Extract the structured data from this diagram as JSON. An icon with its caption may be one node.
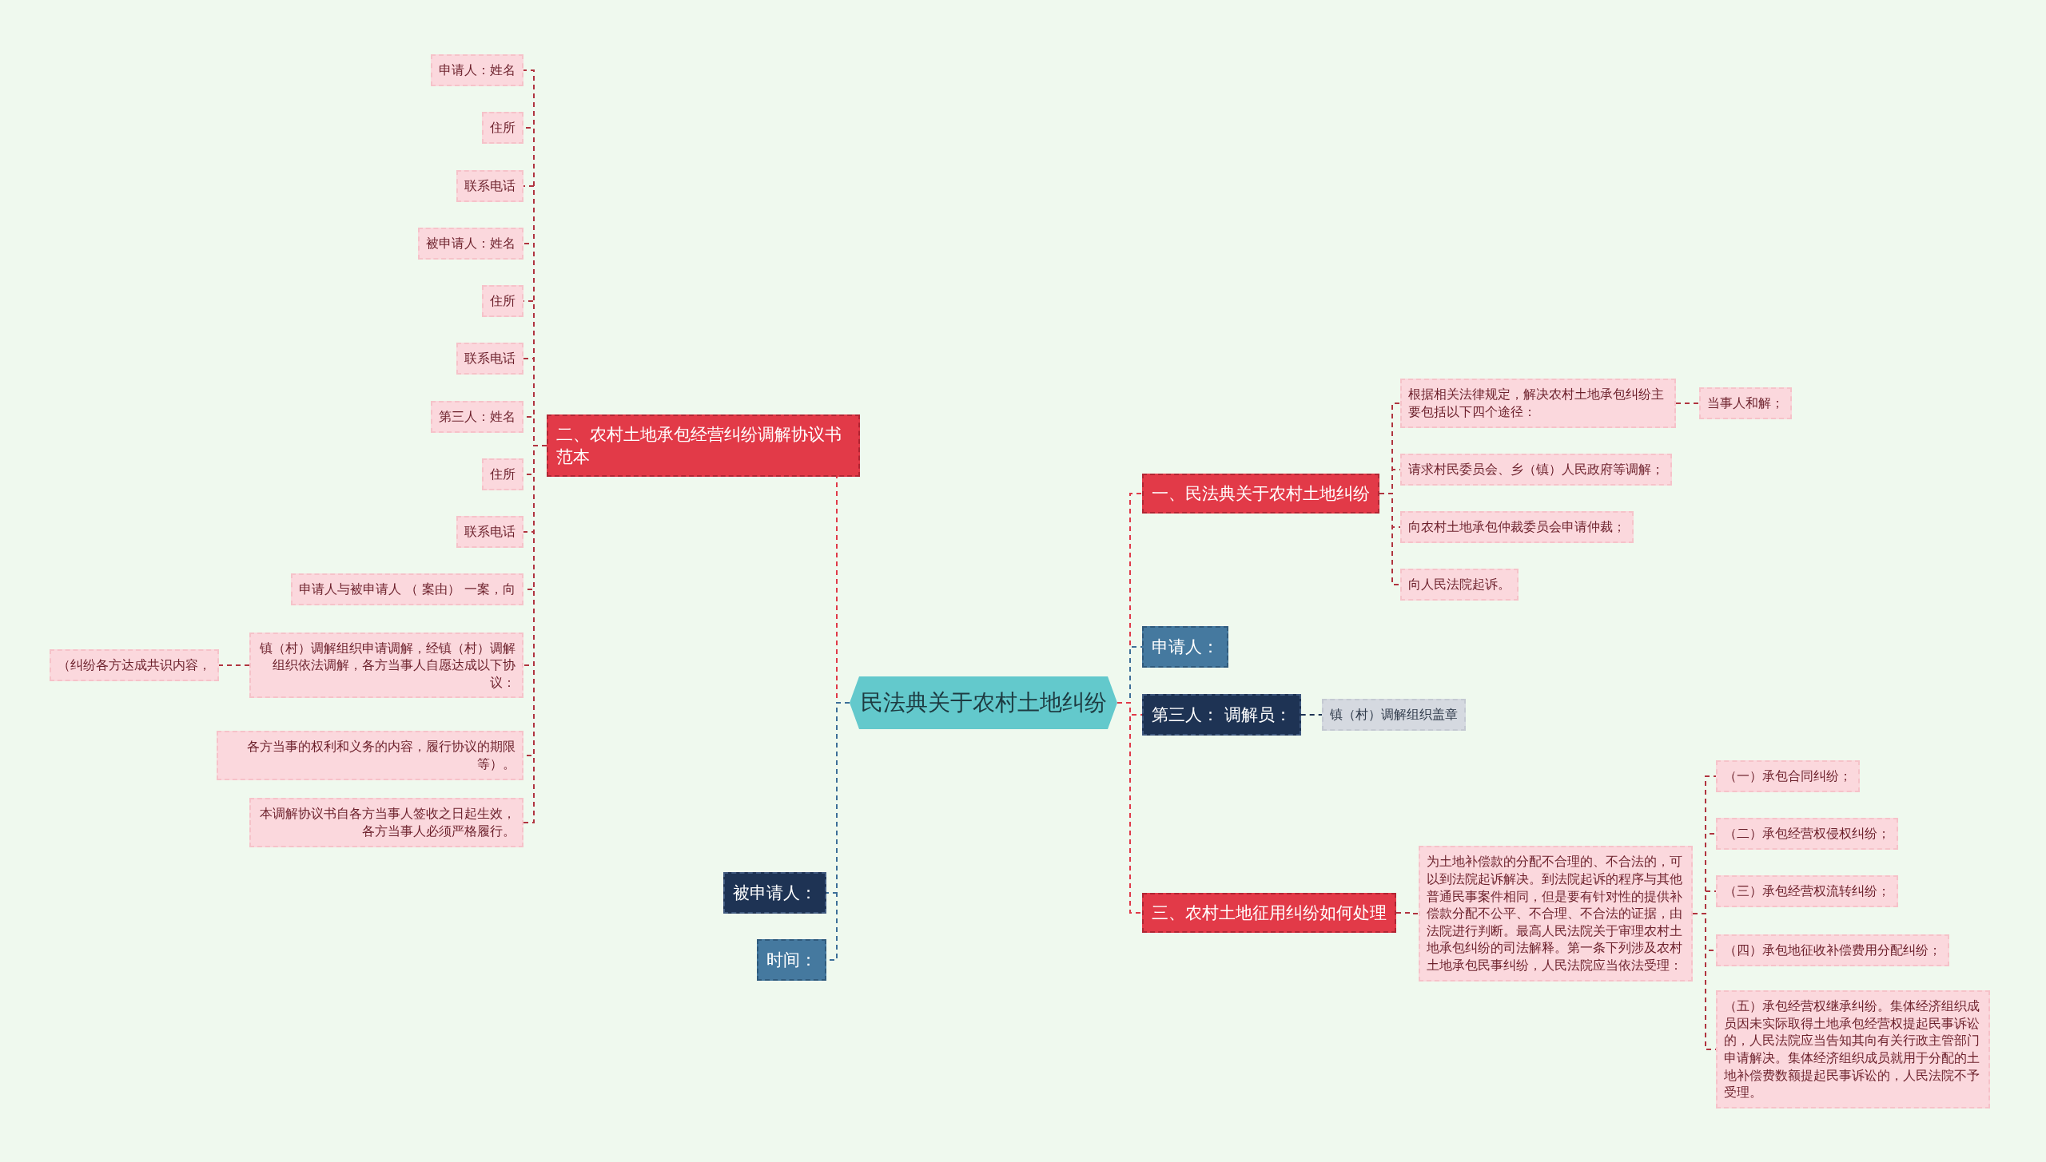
{
  "diagram": {
    "nodes": [
      {
        "text": [
          "民法典关于农村土地纠纷"
        ]
      },
      {
        "text": [
          "二、农村土地承包经营纠纷调解协议书范本"
        ]
      },
      {
        "text": [
          "申请人：姓名"
        ]
      },
      {
        "text": [
          "住所"
        ]
      },
      {
        "text": [
          "联系电话"
        ]
      },
      {
        "text": [
          "被申请人：姓名"
        ]
      },
      {
        "text": [
          "住所"
        ]
      },
      {
        "text": [
          "联系电话"
        ]
      },
      {
        "text": [
          "第三人：姓名"
        ]
      },
      {
        "text": [
          "住所"
        ]
      },
      {
        "text": [
          "联系电话"
        ]
      },
      {
        "text": [
          "申请人与被申请人 （ 案由） 一案，向"
        ]
      },
      {
        "text": [
          "镇（村）调解组织申请调解，经镇（村）调解组织依法调解，各方当事人自愿达成以下协议："
        ]
      },
      {
        "text": [
          "（纠纷各方达成共识内容，"
        ]
      },
      {
        "text": [
          "各方当事的权利和义务的内容，履行协议的期限等）。"
        ]
      },
      {
        "text": [
          "本调解协议书自各方当事人签收之日起生效，各方当事人必须严格履行。"
        ]
      },
      {
        "text": [
          "被申请人："
        ]
      },
      {
        "text": [
          "时间："
        ]
      },
      {
        "text": [
          "一、民法典关于农村土地纠纷"
        ]
      },
      {
        "text": [
          "根据相关法律规定，解决农村土地承包纠纷主要包括以下四个途径："
        ]
      },
      {
        "text": [
          "当事人和解；"
        ]
      },
      {
        "text": [
          "请求村民委员会、乡（镇）人民政府等调解；"
        ]
      },
      {
        "text": [
          "向农村土地承包仲裁委员会申请仲裁；"
        ]
      },
      {
        "text": [
          "向人民法院起诉。"
        ]
      },
      {
        "text": [
          "申请人："
        ]
      },
      {
        "text": [
          "第三人： 调解员："
        ]
      },
      {
        "text": [
          "镇（村）调解组织盖章"
        ]
      },
      {
        "text": [
          "三、农村土地征用纠纷如何处理"
        ]
      },
      {
        "text": [
          "为土地补偿款的分配不合理的、不合法的，可以到法院起诉解决。到法院起诉的程序与其他普通民事案件相同，但是要有针对性的提供补偿款分配不公平、不合理、不合法的证据，由法院进行判断。最高人民法院关于审理农村土地承包纠纷的司法解释。第一条下列涉及农村土地承包民事纠纷，人民法院应当依法受理："
        ]
      },
      {
        "text": [
          "（一）承包合同纠纷；"
        ]
      },
      {
        "text": [
          "（二）承包经营权侵权纠纷；"
        ]
      },
      {
        "text": [
          "（三）承包经营权流转纠纷；"
        ]
      },
      {
        "text": [
          "（四）承包地征收补偿费用分配纠纷；"
        ]
      },
      {
        "text": [
          "（五）承包经营权继承纠纷。集体经济组织成员因未实际取得土地承包经营权提起民事诉讼的，人民法院应当告知其向有关行政主管部门申请解决。集体经济组织成员就用于分配的土地补偿费数额提起民事诉讼的，人民法院不予受理。"
        ]
      }
    ],
    "edges": [
      {
        "from": 0,
        "to": 1,
        "arrow": "none",
        "style": "dashed",
        "color": "#e03a48"
      },
      {
        "from": 1,
        "to": 2,
        "arrow": "none",
        "style": "dashed"
      },
      {
        "from": 1,
        "to": 3,
        "arrow": "none",
        "style": "dashed"
      },
      {
        "from": 1,
        "to": 4,
        "arrow": "none",
        "style": "dashed"
      },
      {
        "from": 1,
        "to": 5,
        "arrow": "none",
        "style": "dashed"
      },
      {
        "from": 1,
        "to": 6,
        "arrow": "none",
        "style": "dashed"
      },
      {
        "from": 1,
        "to": 7,
        "arrow": "none",
        "style": "dashed"
      },
      {
        "from": 1,
        "to": 8,
        "arrow": "none",
        "style": "dashed"
      },
      {
        "from": 1,
        "to": 9,
        "arrow": "none",
        "style": "dashed"
      },
      {
        "from": 1,
        "to": 10,
        "arrow": "none",
        "style": "dashed"
      },
      {
        "from": 1,
        "to": 11,
        "arrow": "none",
        "style": "dashed"
      },
      {
        "from": 1,
        "to": 12,
        "arrow": "none",
        "style": "dashed"
      },
      {
        "from": 12,
        "to": 13,
        "arrow": "none",
        "style": "dashed"
      },
      {
        "from": 1,
        "to": 14,
        "arrow": "none",
        "style": "dashed"
      },
      {
        "from": 1,
        "to": 15,
        "arrow": "none",
        "style": "dashed"
      },
      {
        "from": 0,
        "to": 16,
        "arrow": "none",
        "style": "dashed",
        "color": "#3d6f98"
      },
      {
        "from": 0,
        "to": 17,
        "arrow": "none",
        "style": "dashed",
        "color": "#3d6f98"
      },
      {
        "from": 0,
        "to": 18,
        "arrow": "none",
        "style": "dashed",
        "color": "#e03a48"
      },
      {
        "from": 18,
        "to": 19,
        "arrow": "none",
        "style": "dashed"
      },
      {
        "from": 19,
        "to": 20,
        "arrow": "none",
        "style": "dashed"
      },
      {
        "from": 18,
        "to": 21,
        "arrow": "none",
        "style": "dashed"
      },
      {
        "from": 18,
        "to": 22,
        "arrow": "none",
        "style": "dashed"
      },
      {
        "from": 18,
        "to": 23,
        "arrow": "none",
        "style": "dashed"
      },
      {
        "from": 0,
        "to": 24,
        "arrow": "none",
        "style": "dashed",
        "color": "#3d6f98"
      },
      {
        "from": 0,
        "to": 25,
        "arrow": "none",
        "style": "dashed",
        "color": "#e03a48"
      },
      {
        "from": 25,
        "to": 26,
        "arrow": "none",
        "style": "dashed",
        "color": "#1e3354"
      },
      {
        "from": 0,
        "to": 27,
        "arrow": "none",
        "style": "dashed",
        "color": "#e03a48"
      },
      {
        "from": 27,
        "to": 28,
        "arrow": "none",
        "style": "dashed"
      },
      {
        "from": 28,
        "to": 29,
        "arrow": "none",
        "style": "dashed"
      },
      {
        "from": 28,
        "to": 30,
        "arrow": "none",
        "style": "dashed"
      },
      {
        "from": 28,
        "to": 31,
        "arrow": "none",
        "style": "dashed"
      },
      {
        "from": 28,
        "to": 32,
        "arrow": "none",
        "style": "dashed"
      },
      {
        "from": 28,
        "to": 33,
        "arrow": "none",
        "style": "dashed"
      }
    ]
  }
}
